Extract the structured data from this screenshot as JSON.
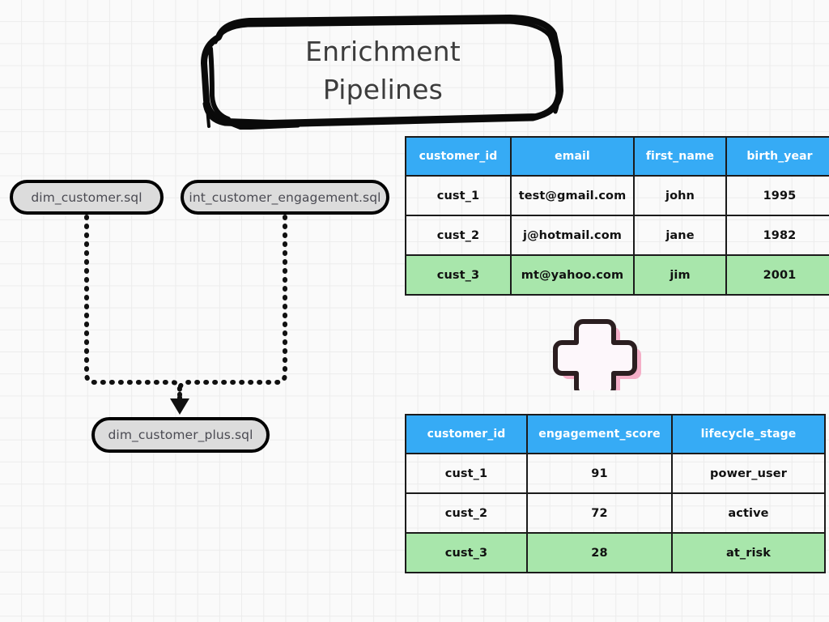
{
  "title": {
    "line1": "Enrichment",
    "line2": "Pipelines"
  },
  "colors": {
    "header_blue": "#36abf5",
    "highlight_green": "#a8e6ab",
    "node_fill": "#dcdcdc",
    "node_stroke": "#000000",
    "plus_shadow_pink": "#f4afc8",
    "plus_fill": "#fdf7fb",
    "plus_stroke": "#2b1e20",
    "background": "#fafafa",
    "grid_line": "#ececec"
  },
  "lineage": {
    "nodes": [
      {
        "id": "dim_customer",
        "label": "dim_customer.sql"
      },
      {
        "id": "int_engagement",
        "label": "int_customer_engagement.sql"
      },
      {
        "id": "dim_customer_plus",
        "label": "dim_customer_plus.sql"
      }
    ],
    "edges": [
      {
        "from": "dim_customer",
        "to": "dim_customer_plus",
        "style": "dotted"
      },
      {
        "from": "int_engagement",
        "to": "dim_customer_plus",
        "style": "dotted"
      }
    ]
  },
  "operator": {
    "symbol": "+",
    "name": "plus-sign"
  },
  "tables": [
    {
      "id": "customers",
      "columns": [
        "customer_id",
        "email",
        "first_name",
        "birth_year"
      ],
      "rows": [
        {
          "cells": [
            "cust_1",
            "test@gmail.com",
            "john",
            "1995"
          ],
          "highlight": false
        },
        {
          "cells": [
            "cust_2",
            "j@hotmail.com",
            "jane",
            "1982"
          ],
          "highlight": false
        },
        {
          "cells": [
            "cust_3",
            "mt@yahoo.com",
            "jim",
            "2001"
          ],
          "highlight": true
        }
      ]
    },
    {
      "id": "engagement",
      "columns": [
        "customer_id",
        "engagement_score",
        "lifecycle_stage"
      ],
      "rows": [
        {
          "cells": [
            "cust_1",
            "91",
            "power_user"
          ],
          "highlight": false
        },
        {
          "cells": [
            "cust_2",
            "72",
            "active"
          ],
          "highlight": false
        },
        {
          "cells": [
            "cust_3",
            "28",
            "at_risk"
          ],
          "highlight": true
        }
      ]
    }
  ]
}
